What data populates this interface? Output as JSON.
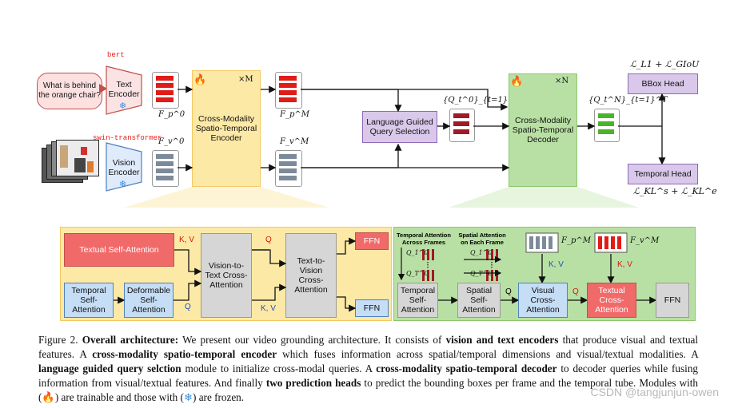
{
  "figure": {
    "top": {
      "query_text": "What is behind the orange chair?",
      "text_encoder": "Text Encoder",
      "vision_encoder": "Vision Encoder",
      "bert": "bert",
      "swin": "swin-transformer",
      "fp0": "F_p^0",
      "fv0": "F_v^0",
      "encoder_title": "Cross-Modality Spatio-Temporal Encoder",
      "times_m": "×M",
      "fpm": "F_p^M",
      "fvm": "F_v^M",
      "lgqs": "Language Guided Query Selection",
      "q0": "{Q_t^0}_{t=1}^T",
      "decoder_title": "Cross-Modality Spatio-Temporal Decoder",
      "times_n": "×N",
      "qn": "{Q_t^N}_{t=1}^T",
      "bbox_head": "BBox Head",
      "temporal_head": "Temporal Head",
      "bbox_loss": "ℒ_L1 + ℒ_GIoU",
      "temporal_loss": "ℒ_KL^s + ℒ_KL^e"
    },
    "encoder_detail": {
      "textual_sa": "Textual Self-Attention",
      "temporal_sa": "Temporal Self-Attention",
      "deformable_sa": "Deformable Self-Attention",
      "v2t": "Vision-to-Text Cross-Attention",
      "t2v": "Text-to-Vision Cross-Attention",
      "ffn": "FFN",
      "kv": "K, V",
      "q": "Q"
    },
    "decoder_detail": {
      "temporal_across": "Temporal Attention Across Frames",
      "spatial_each": "Spatial Attention on Each Frame",
      "q1": "Q_1^0",
      "qt": "Q_T^0",
      "temporal_sa": "Temporal Self-Attention",
      "spatial_sa": "Spatial Self-Attention",
      "visual_ca": "Visual Cross-Attention",
      "textual_ca": "Textual Cross-Attention",
      "ffn": "FFN",
      "fpm": "F_p^M",
      "fvm": "F_v^M",
      "kv": "K, V",
      "q": "Q"
    }
  },
  "caption": {
    "label": "Figure 2.",
    "title": "Overall architecture:",
    "s1": "We present our video grounding architecture. It consists of",
    "b1": "vision and text encoders",
    "s2": "that produce visual and textual features. A",
    "b2": "cross-modality spatio-temporal encoder",
    "s3": "which fuses information across spatial/temporal dimensions and visual/textual modalities. A",
    "b3": "language guided query selction",
    "s4": "module to initialize cross-modal queries. A",
    "b4": "cross-modality spatio-temporal decoder",
    "s5": "to decoder queries while fusing information from visual/textual features. And finally",
    "b5": "two prediction heads",
    "s6": "to predict the bounding boxes per frame and the temporal tube. Modules with (",
    "s7": ") are trainable and those with (",
    "s8": ") are frozen."
  },
  "watermark": "CSDN @tangjunjun-owen",
  "colors": {
    "yellow": "#fde9a6",
    "green": "#b9e0a4",
    "red_token": "#e11b17",
    "green_token": "#4ab32a",
    "gray_token": "#7d8a99",
    "pink_box": "#f06a6a",
    "blue_box": "#c5ddf5",
    "purple_box": "#d9c8ea"
  }
}
